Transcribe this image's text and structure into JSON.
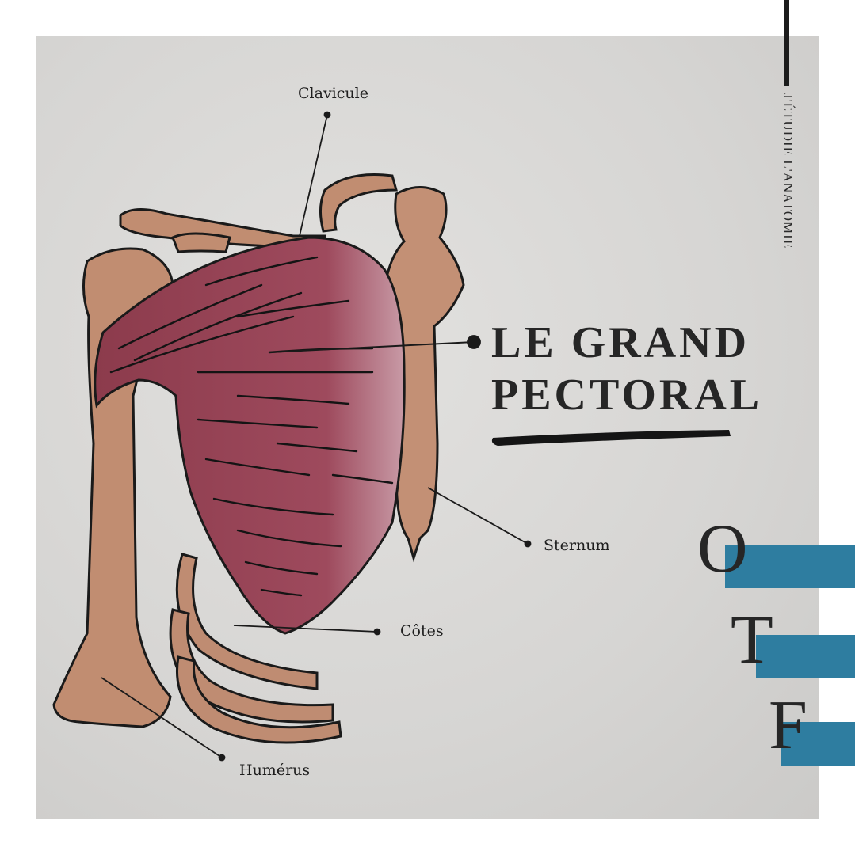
{
  "title": {
    "line1": "LE GRAND",
    "line2": "PECTORAL"
  },
  "side_text": "J'ÉTUDIE L'ANATOMIE",
  "labels": {
    "clavicule": "Clavicule",
    "sternum": "Sternum",
    "cotes": "Côtes",
    "humerus": "Humérus"
  },
  "logo_letters": [
    "O",
    "T",
    "F"
  ],
  "colors": {
    "accent_blue": "#2e7da0",
    "muscle": "#a04a5c",
    "bone": "#c08a6e",
    "paper": "#d9d8d6"
  }
}
